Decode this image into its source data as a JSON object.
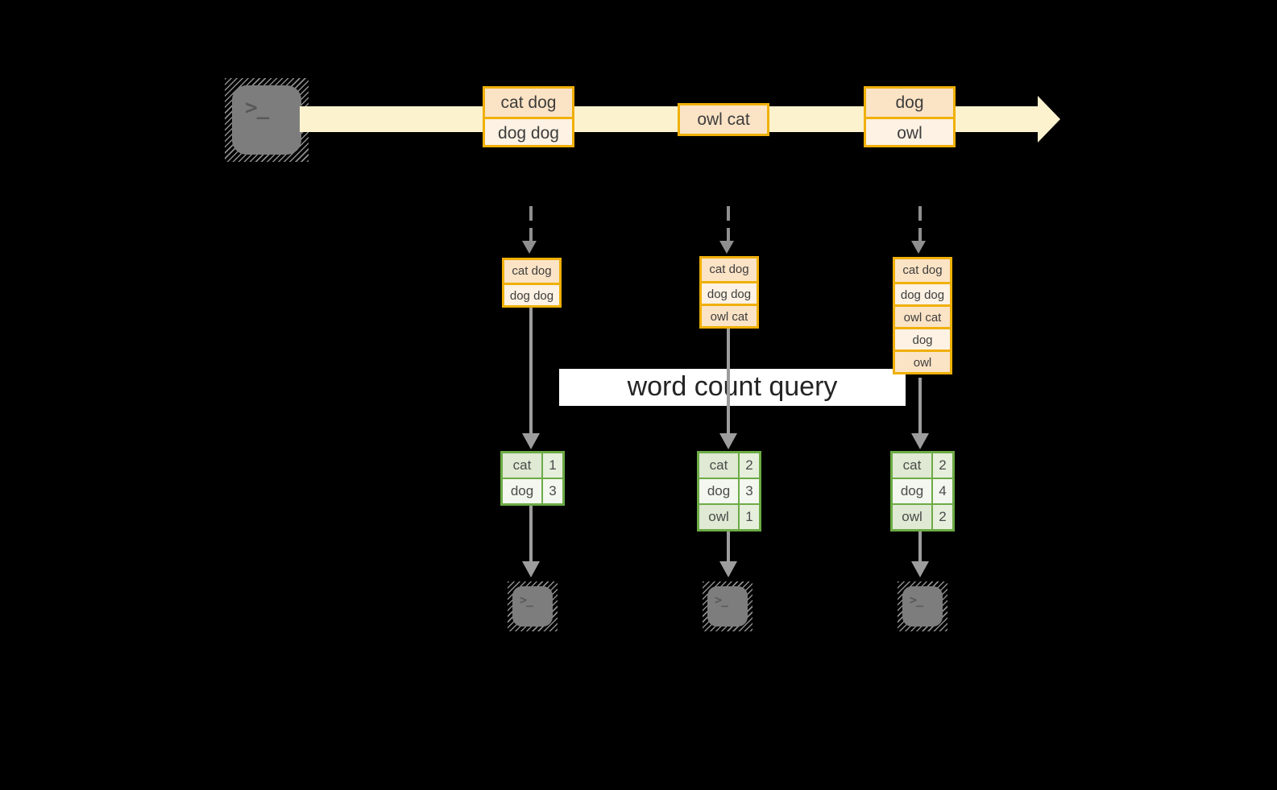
{
  "query_banner": "word count query",
  "terminal_prompt": ">_",
  "stream": {
    "groups": [
      [
        "cat dog",
        "dog dog"
      ],
      [
        "owl cat"
      ],
      [
        "dog",
        "owl"
      ]
    ]
  },
  "columns": [
    {
      "stack": [
        "cat dog",
        "dog dog"
      ],
      "counts": [
        {
          "word": "cat",
          "count": "1"
        },
        {
          "word": "dog",
          "count": "3"
        }
      ]
    },
    {
      "stack": [
        "cat dog",
        "dog dog",
        "owl cat"
      ],
      "counts": [
        {
          "word": "cat",
          "count": "2"
        },
        {
          "word": "dog",
          "count": "3"
        },
        {
          "word": "owl",
          "count": "1"
        }
      ]
    },
    {
      "stack": [
        "cat dog",
        "dog dog",
        "owl cat",
        "dog",
        "owl"
      ],
      "counts": [
        {
          "word": "cat",
          "count": "2"
        },
        {
          "word": "dog",
          "count": "4"
        },
        {
          "word": "owl",
          "count": "2"
        }
      ]
    }
  ],
  "colors": {
    "background": "#000000",
    "stream_band": "#fcf2cd",
    "record_border": "#f0b007",
    "record_fill_dark": "#fbe3c5",
    "record_fill_light": "#fdf2e3",
    "table_border": "#6cab46",
    "table_fill_dark": "#dfe9d3",
    "table_fill_light": "#f3f7ef",
    "arrow_gray": "#9d9d9d",
    "banner_bg": "#ffffff",
    "terminal_gray": "#7d7d7d"
  }
}
